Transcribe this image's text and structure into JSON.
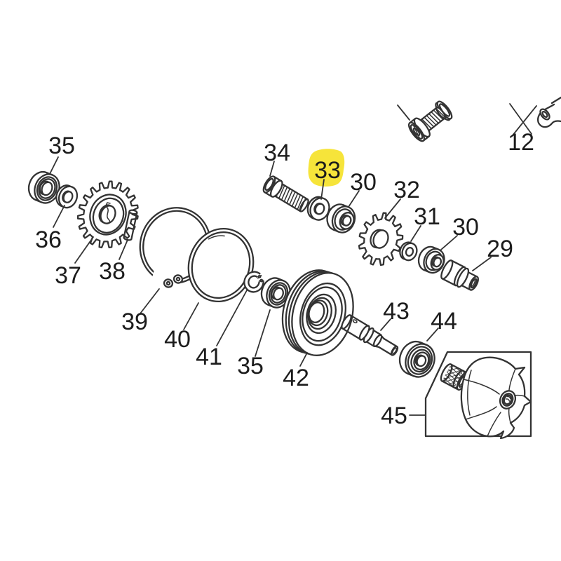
{
  "diagram": {
    "type": "exploded-parts-diagram",
    "background_color": "#ffffff",
    "line_color": "#333333",
    "text_color": "#1c1c1c",
    "highlight": {
      "part": "33",
      "color": "#f6e43a"
    },
    "callouts": {
      "c35_top": "35",
      "c36": "36",
      "c37": "37",
      "c38": "38",
      "c39": "39",
      "c40": "40",
      "c41": "41",
      "c35_bottom": "35",
      "c42": "42",
      "c43": "43",
      "c44": "44",
      "c45": "45",
      "c34": "34",
      "c33": "33",
      "c30_left": "30",
      "c32": "32",
      "c31": "31",
      "c30_right": "30",
      "c29": "29",
      "c12": "12"
    }
  }
}
